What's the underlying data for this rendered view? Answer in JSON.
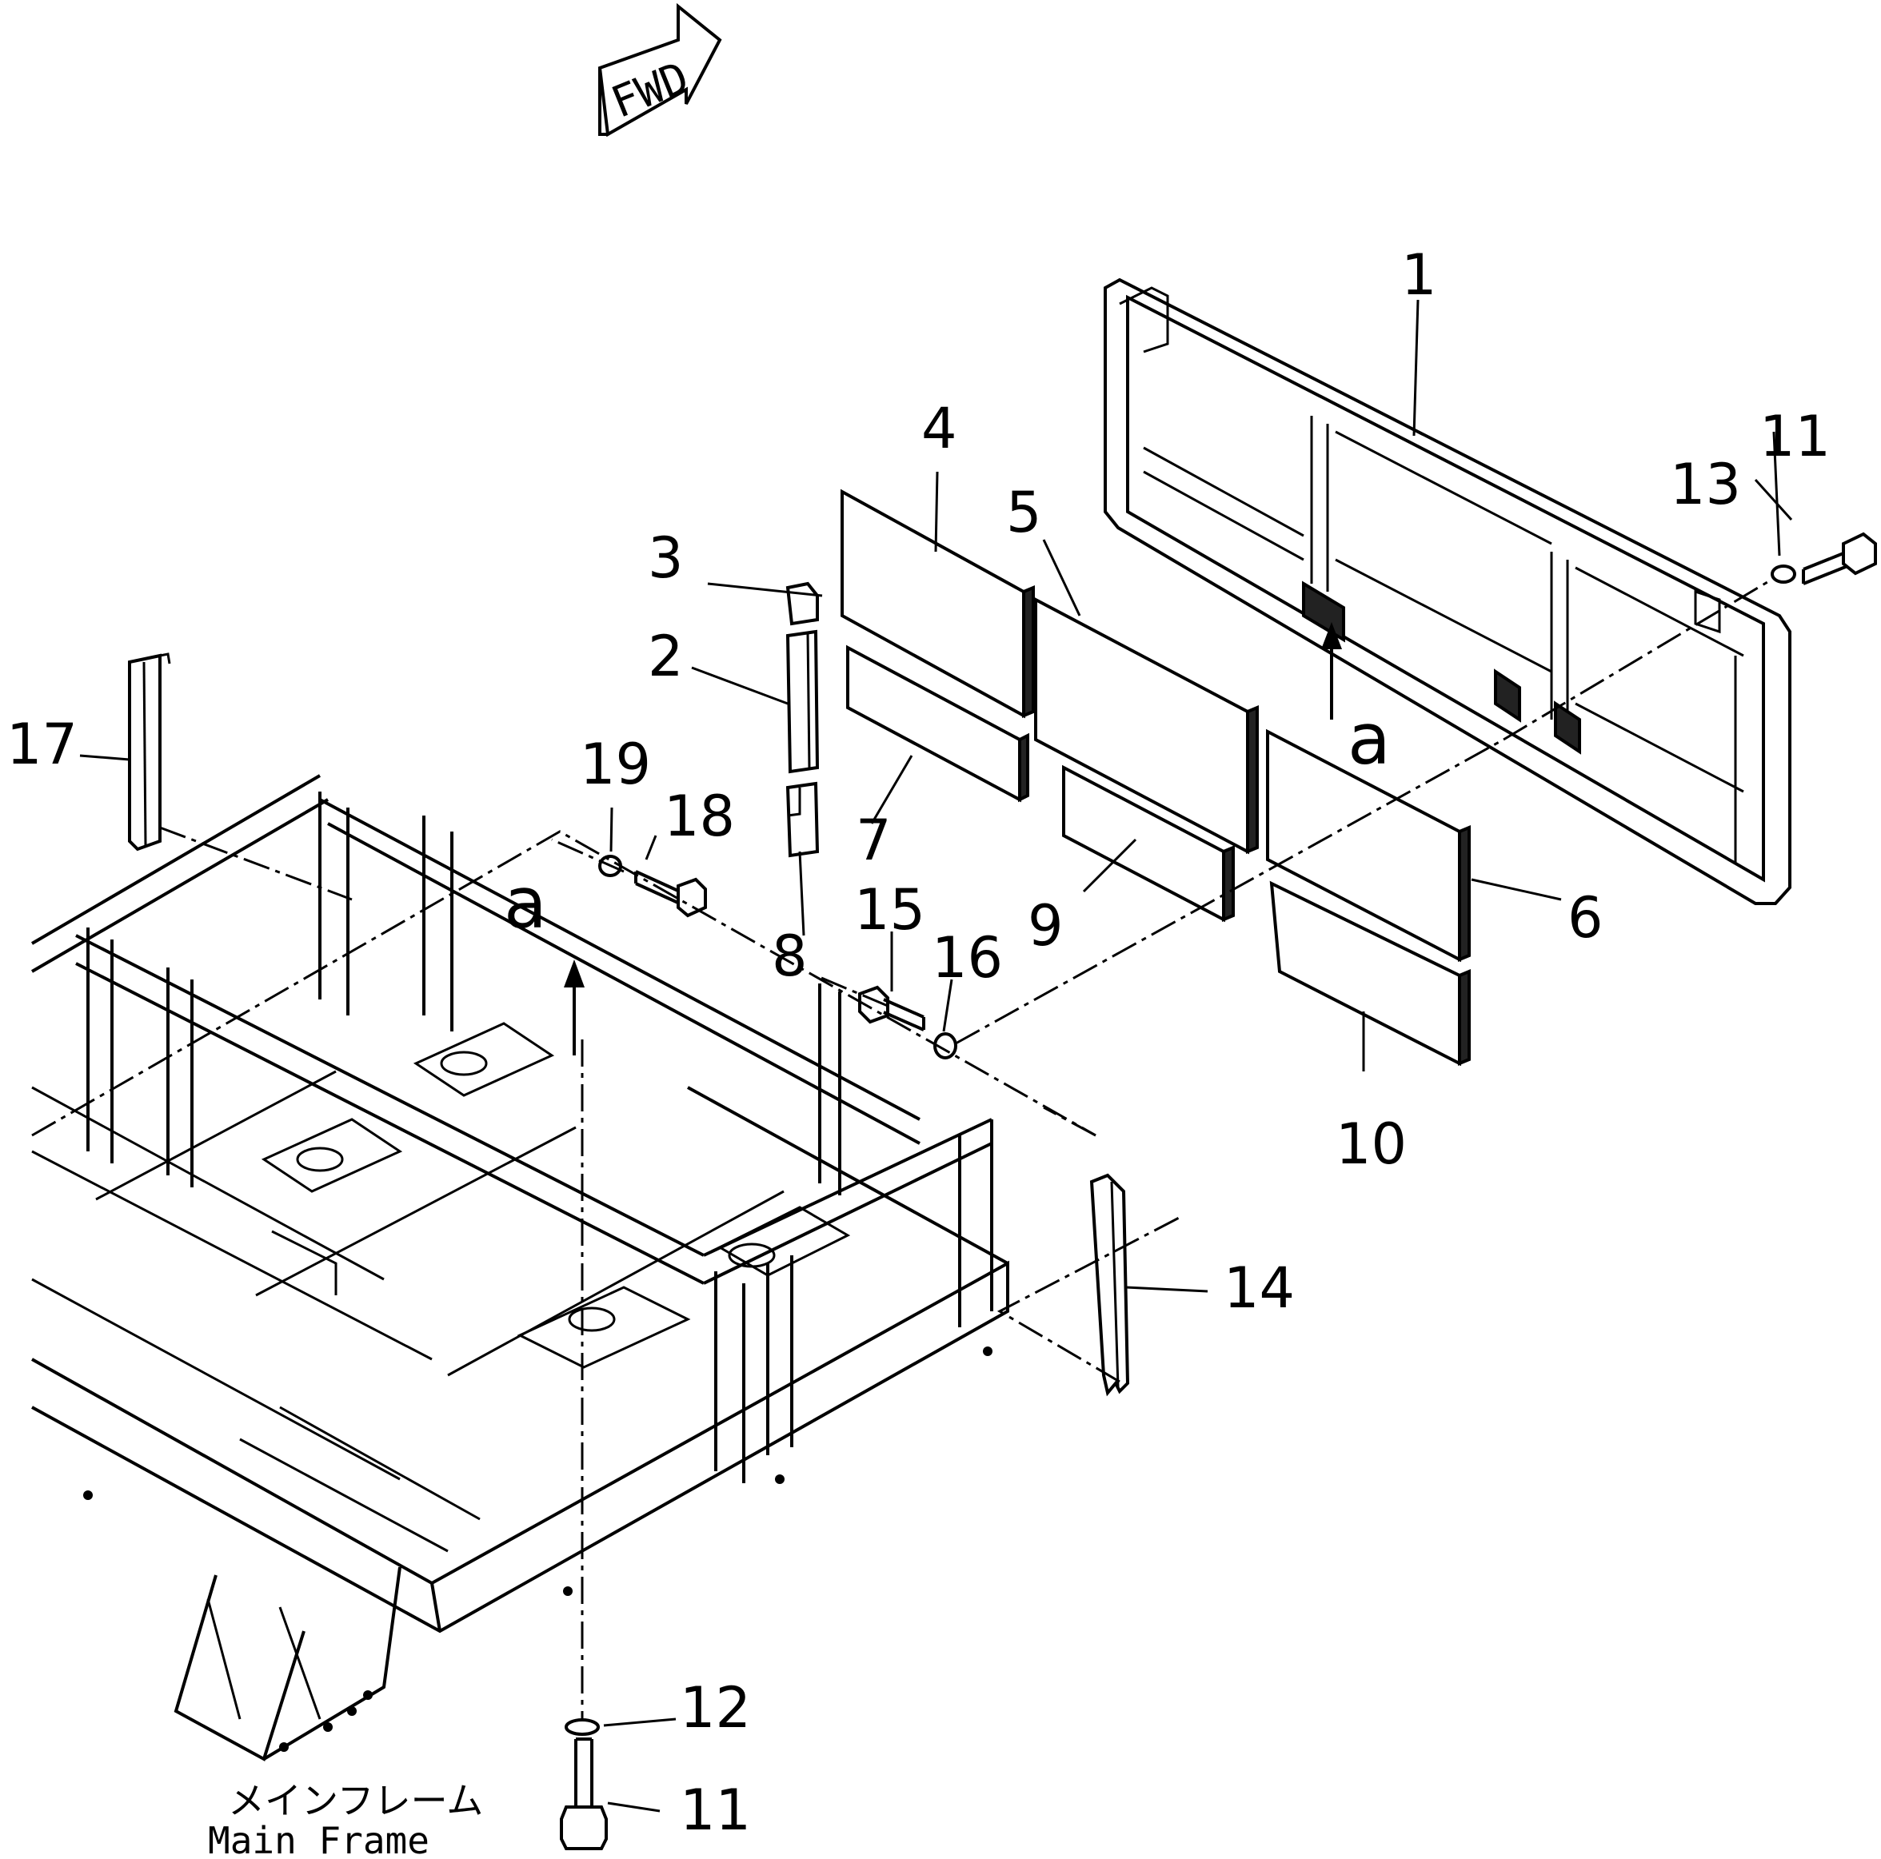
{
  "diagram": {
    "fwd_label": "FWD",
    "section_marker": "a",
    "caption_jp": "メインフレーム",
    "caption_en": "Main Frame",
    "callouts": {
      "c1": "1",
      "c2": "2",
      "c3": "3",
      "c4": "4",
      "c5": "5",
      "c6": "6",
      "c7": "7",
      "c8": "8",
      "c9": "9",
      "c10": "10",
      "c11a": "11",
      "c11b": "11",
      "c12": "12",
      "c13": "13",
      "c14": "14",
      "c15": "15",
      "c16": "16",
      "c17": "17",
      "c18": "18",
      "c19": "19"
    }
  }
}
